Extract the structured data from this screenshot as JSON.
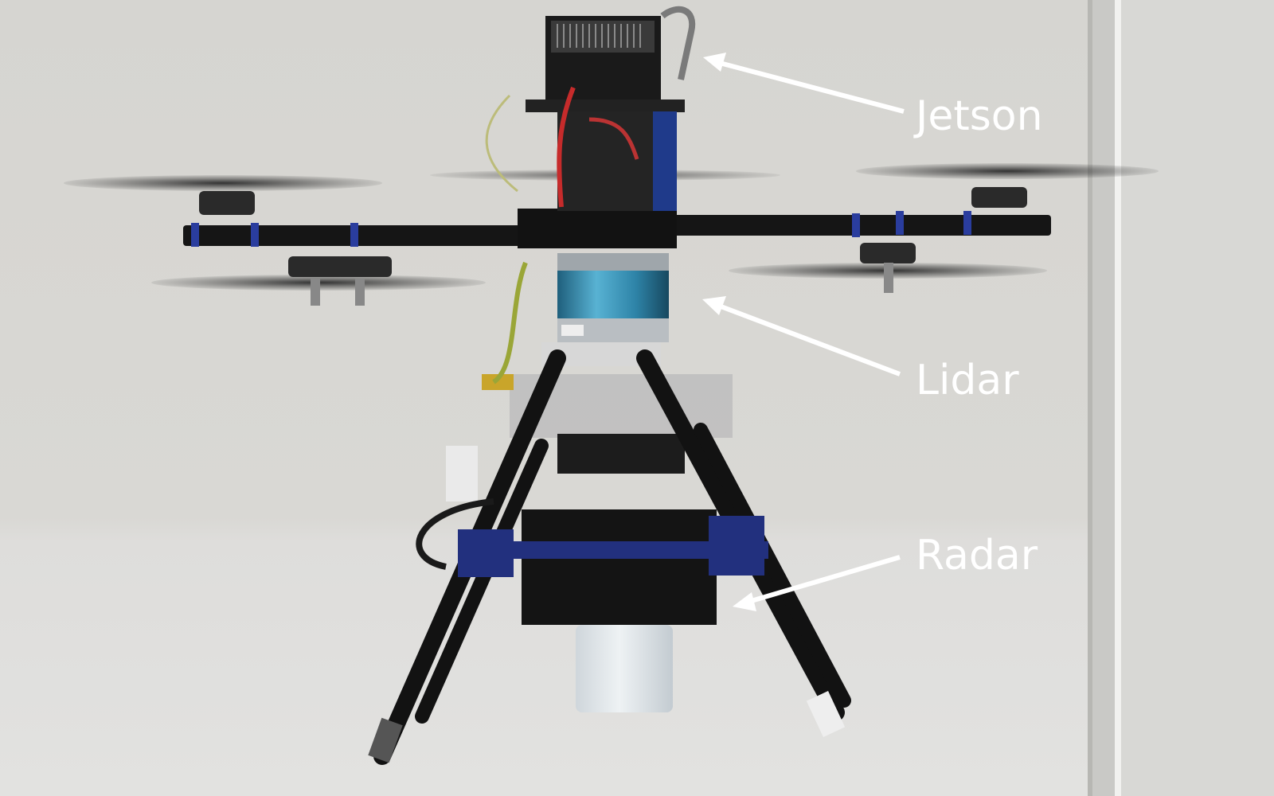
{
  "annotations": [
    {
      "id": "jetson",
      "label": "Jetson"
    },
    {
      "id": "lidar",
      "label": "Lidar"
    },
    {
      "id": "radar",
      "label": "Radar"
    }
  ],
  "colors": {
    "wall": "#d9d8d4",
    "wall_lower": "#dcdcda",
    "frame": "#141414",
    "mount_blue": "#22307e",
    "lidar_blue": "#3d8fb0",
    "arrow": "#ffffff",
    "label": "#ffffff"
  },
  "icons": {
    "subject": "hexacopter-drone"
  }
}
